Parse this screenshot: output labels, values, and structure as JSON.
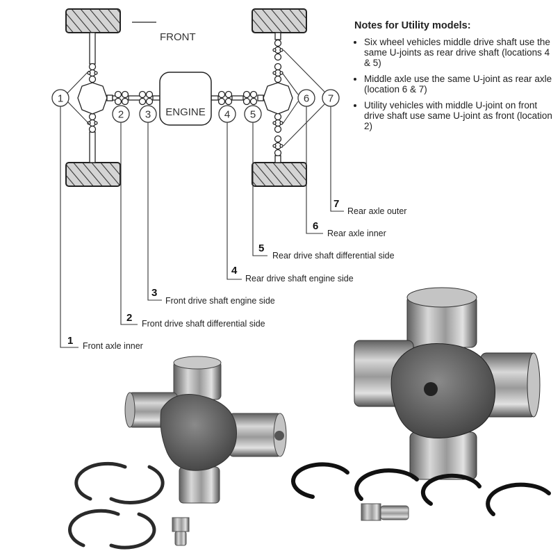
{
  "diagram": {
    "front_label": "FRONT",
    "engine_label": "ENGINE",
    "circle_labels": [
      "1",
      "2",
      "3",
      "4",
      "5",
      "6",
      "7"
    ],
    "locations": [
      {
        "number": "1",
        "text": "Front axle inner"
      },
      {
        "number": "2",
        "text": "Front drive shaft differential side"
      },
      {
        "number": "3",
        "text": "Front drive shaft engine side"
      },
      {
        "number": "4",
        "text": "Rear drive shaft engine side"
      },
      {
        "number": "5",
        "text": "Rear drive shaft differential side"
      },
      {
        "number": "6",
        "text": "Rear axle inner"
      },
      {
        "number": "7",
        "text": "Rear axle outer"
      }
    ]
  },
  "notes": {
    "title": "Notes for Utility models:",
    "items": [
      "Six wheel vehicles middle drive shaft use the same U-joints as rear drive shaft (locations 4 & 5)",
      "Middle axle use the same U-joint as rear axle (location 6 & 7)",
      "Utility vehicles with middle U-joint on front drive shaft use same U-joint as front (location 2)"
    ]
  }
}
